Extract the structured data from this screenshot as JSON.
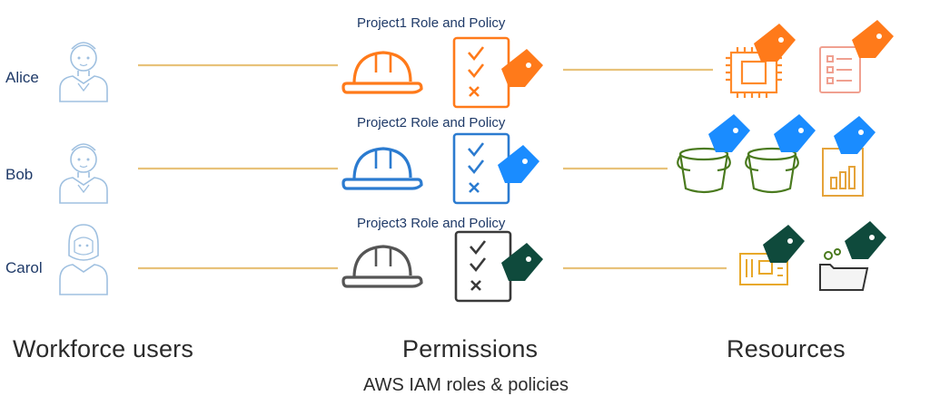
{
  "users": [
    {
      "name": "Alice"
    },
    {
      "name": "Bob"
    },
    {
      "name": "Carol"
    }
  ],
  "roles": [
    {
      "label": "Project1 Role and Policy",
      "color": "#ff7a1a"
    },
    {
      "label": "Project2 Role and Policy",
      "color": "#2b7bd0"
    },
    {
      "label": "Project3 Role and Policy",
      "color": "#4a4a4a"
    }
  ],
  "tag_colors": [
    "#ff7a1a",
    "#1a8cff",
    "#0f4a3c"
  ],
  "line_color": "#e8c27a",
  "footer": {
    "users": "Workforce users",
    "permissions": "Permissions",
    "permissions_sub": "AWS IAM roles & policies",
    "resources": "Resources"
  },
  "icons": [
    "user-icon",
    "hardhat-icon",
    "policy-checklist-icon",
    "tag-icon",
    "chip-icon",
    "document-list-icon",
    "bucket-icon",
    "chart-report-icon",
    "circuit-board-icon",
    "folder-gear-icon"
  ]
}
